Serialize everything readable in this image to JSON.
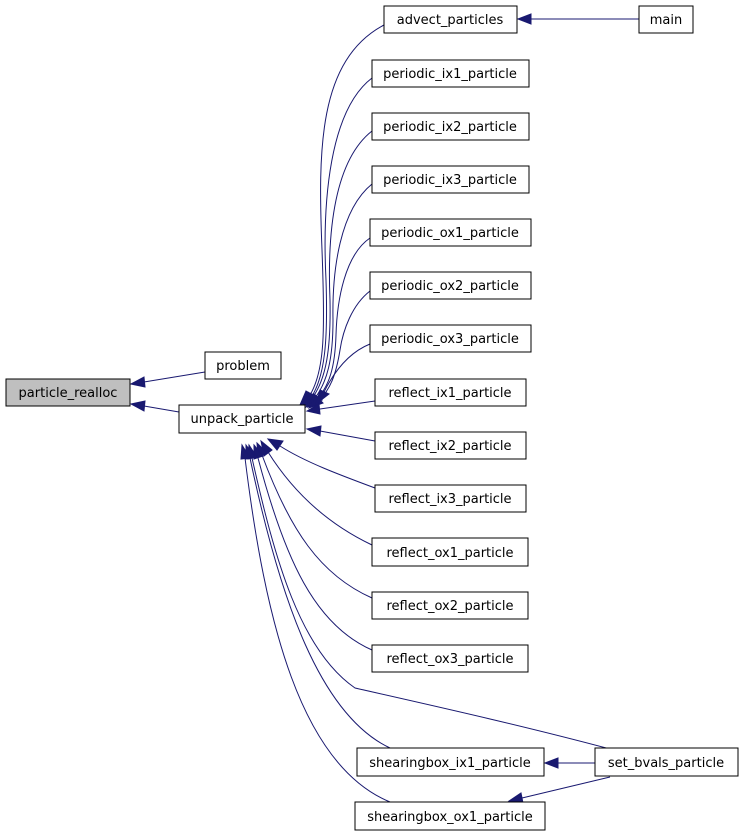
{
  "graph": {
    "edge_color": "#191970",
    "root_fill": "#bfbfbf",
    "nodes": {
      "particle_realloc": "particle_realloc",
      "problem": "problem",
      "unpack_particle": "unpack_particle",
      "advect_particles": "advect_particles",
      "main": "main",
      "periodic_ix1_particle": "periodic_ix1_particle",
      "periodic_ix2_particle": "periodic_ix2_particle",
      "periodic_ix3_particle": "periodic_ix3_particle",
      "periodic_ox1_particle": "periodic_ox1_particle",
      "periodic_ox2_particle": "periodic_ox2_particle",
      "periodic_ox3_particle": "periodic_ox3_particle",
      "reflect_ix1_particle": "reflect_ix1_particle",
      "reflect_ix2_particle": "reflect_ix2_particle",
      "reflect_ix3_particle": "reflect_ix3_particle",
      "reflect_ox1_particle": "reflect_ox1_particle",
      "reflect_ox2_particle": "reflect_ox2_particle",
      "reflect_ox3_particle": "reflect_ox3_particle",
      "shearingbox_ix1_particle": "shearingbox_ix1_particle",
      "shearingbox_ox1_particle": "shearingbox_ox1_particle",
      "set_bvals_particle": "set_bvals_particle"
    },
    "edges": [
      [
        "problem",
        "particle_realloc"
      ],
      [
        "unpack_particle",
        "particle_realloc"
      ],
      [
        "advect_particles",
        "unpack_particle"
      ],
      [
        "periodic_ix1_particle",
        "unpack_particle"
      ],
      [
        "periodic_ix2_particle",
        "unpack_particle"
      ],
      [
        "periodic_ix3_particle",
        "unpack_particle"
      ],
      [
        "periodic_ox1_particle",
        "unpack_particle"
      ],
      [
        "periodic_ox2_particle",
        "unpack_particle"
      ],
      [
        "periodic_ox3_particle",
        "unpack_particle"
      ],
      [
        "reflect_ix1_particle",
        "unpack_particle"
      ],
      [
        "reflect_ix2_particle",
        "unpack_particle"
      ],
      [
        "reflect_ix3_particle",
        "unpack_particle"
      ],
      [
        "reflect_ox1_particle",
        "unpack_particle"
      ],
      [
        "reflect_ox2_particle",
        "unpack_particle"
      ],
      [
        "reflect_ox3_particle",
        "unpack_particle"
      ],
      [
        "set_bvals_particle",
        "unpack_particle"
      ],
      [
        "shearingbox_ix1_particle",
        "unpack_particle"
      ],
      [
        "shearingbox_ox1_particle",
        "unpack_particle"
      ],
      [
        "main",
        "advect_particles"
      ],
      [
        "set_bvals_particle",
        "shearingbox_ix1_particle"
      ],
      [
        "set_bvals_particle",
        "shearingbox_ox1_particle"
      ]
    ]
  }
}
